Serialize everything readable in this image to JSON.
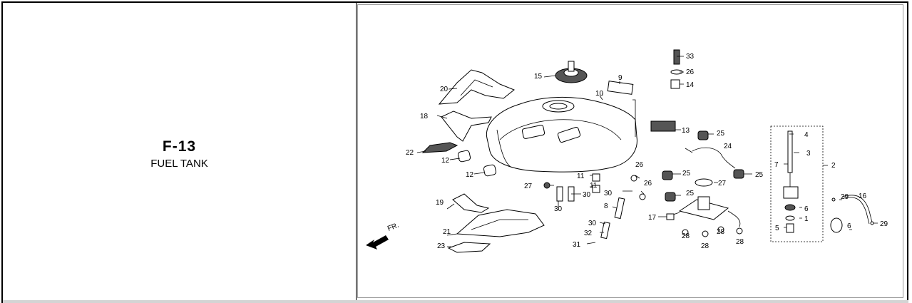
{
  "section": {
    "code": "F-13",
    "title": "FUEL TANK"
  },
  "diagram": {
    "direction_label": "FR.",
    "callouts": [
      "33",
      "26",
      "14",
      "9",
      "10",
      "15",
      "20",
      "18",
      "22",
      "12",
      "12",
      "13",
      "25",
      "24",
      "25",
      "25",
      "25",
      "27",
      "26",
      "26",
      "11",
      "11",
      "27",
      "30",
      "30",
      "30",
      "30",
      "8",
      "17",
      "28",
      "28",
      "28",
      "28",
      "19",
      "21",
      "23",
      "30",
      "32",
      "31",
      "4",
      "3",
      "7",
      "2",
      "1",
      "6",
      "5",
      "29",
      "16",
      "6",
      "29"
    ]
  }
}
